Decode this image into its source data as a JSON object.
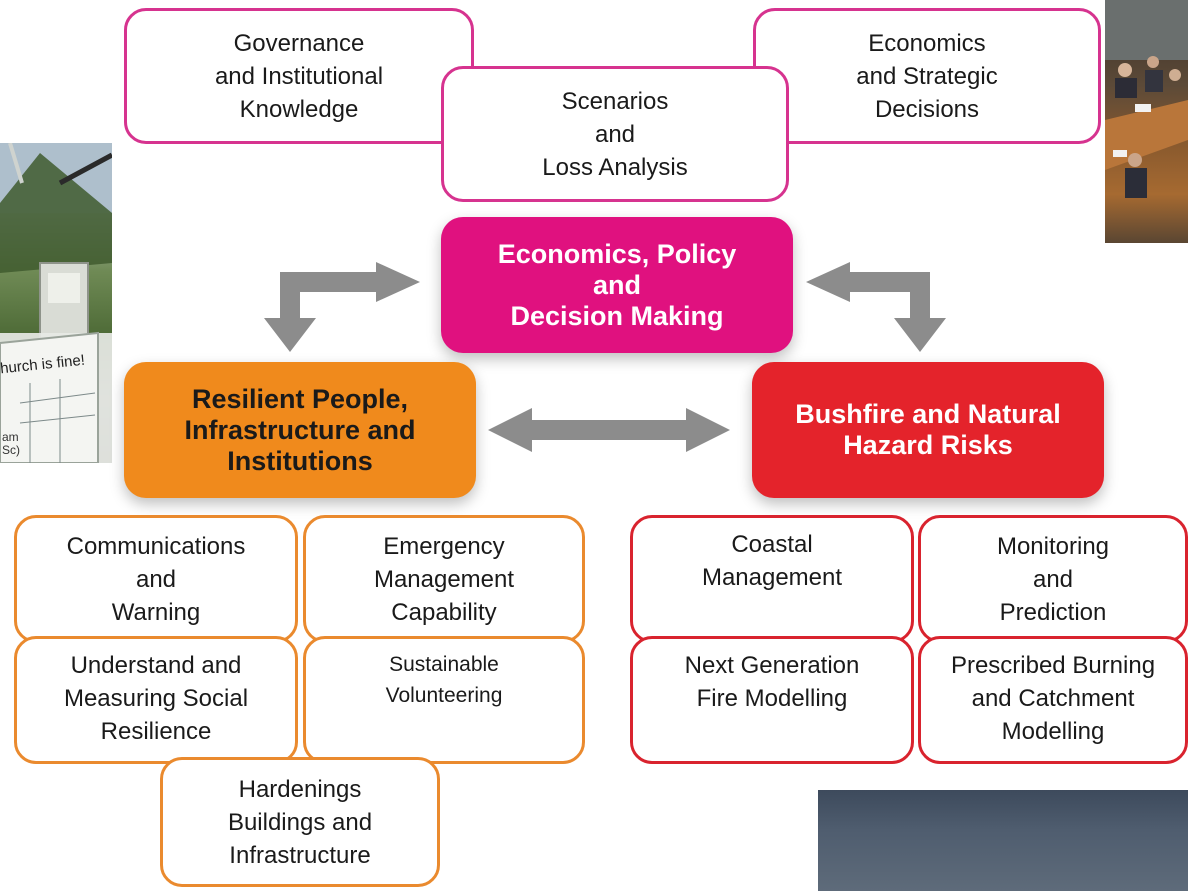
{
  "colors": {
    "pink_accent": "#e0117f",
    "orange_accent": "#f08a1c",
    "red_accent": "#e4232b",
    "arrow_grey": "#8c8c8c"
  },
  "hub_center": "Economics, Policy\nand\nDecision Making",
  "hub_left": "Resilient People,\nInfrastructure and\nInstitutions",
  "hub_right": "Bushfire and Natural\nHazard Risks",
  "top": {
    "governance": "Governance\nand Institutional\nKnowledge",
    "scenarios": "Scenarios\nand\nLoss Analysis",
    "economics": "Economics\nand Strategic\nDecisions"
  },
  "left": {
    "communications": "Communications\nand\nWarning",
    "emergency": "Emergency\nManagement\nCapability",
    "social": "Understand and\nMeasuring Social\nResilience",
    "volunteering": "Sustainable\nVolunteering",
    "hardenings": "Hardenings\nBuildings and\nInfrastructure"
  },
  "right": {
    "coastal": "Coastal\nManagement",
    "monitoring": "Monitoring\nand\nPrediction",
    "fire_modelling": "Next Generation\nFire Modelling",
    "prescribed": "Prescribed Burning\nand Catchment\nModelling"
  },
  "photo_sign_text": "hurch is fine!",
  "photo_sign_small": "am\nSc)"
}
